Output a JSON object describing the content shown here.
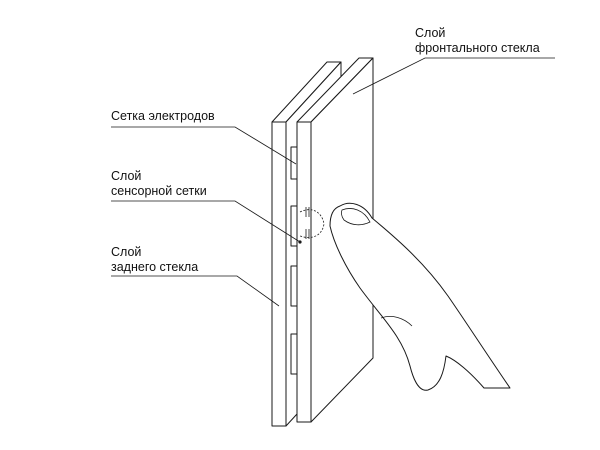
{
  "labels": {
    "front_glass": {
      "line1": "Слой",
      "line2": "фронтального стекла"
    },
    "electrode_grid": {
      "line1": "Сетка электродов"
    },
    "sensor_grid": {
      "line1": "Слой",
      "line2": "сенсорной сетки"
    },
    "back_glass": {
      "line1": "Слой",
      "line2": "заднего стекла"
    }
  },
  "colors": {
    "stroke": "#1a1a1a",
    "background": "#ffffff",
    "text": "#111111"
  }
}
